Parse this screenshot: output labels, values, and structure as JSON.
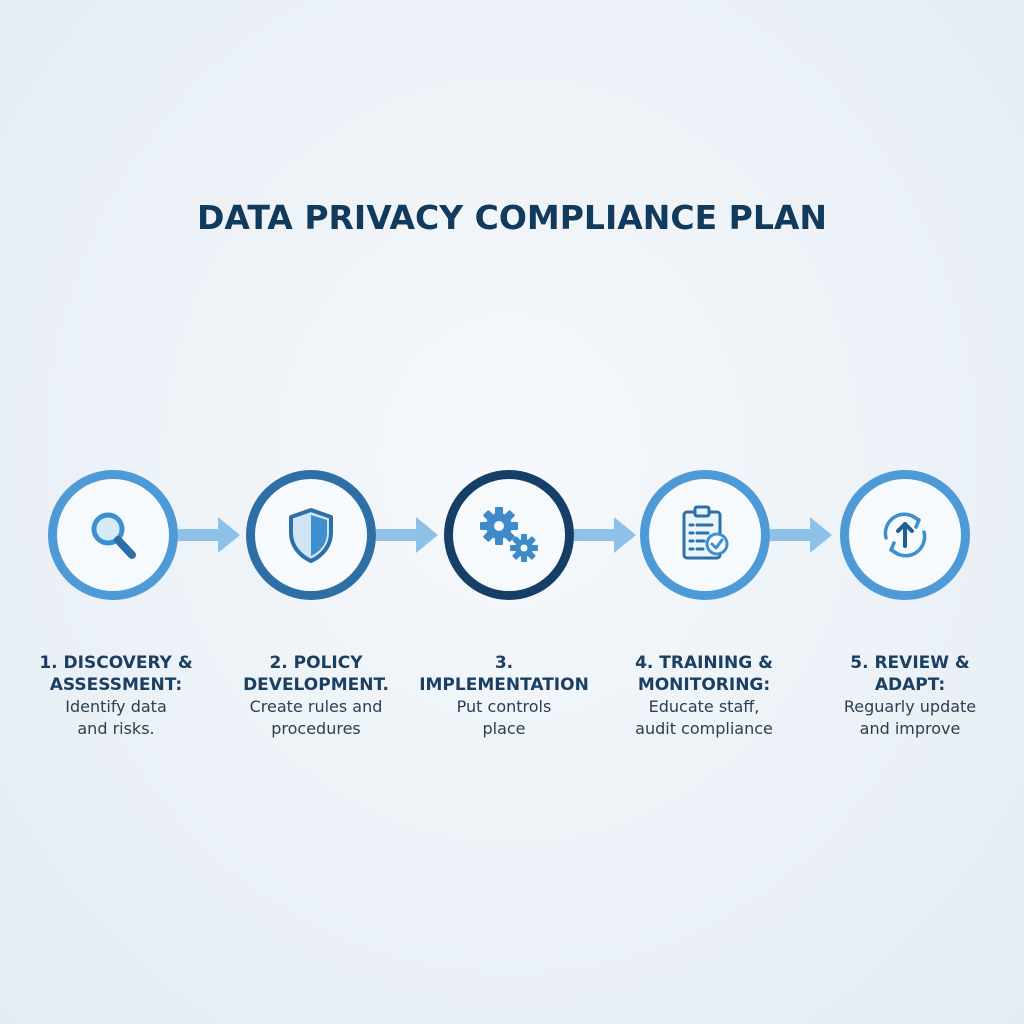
{
  "title": "DATA PRIVACY COMPLIANCE PLAN",
  "colors": {
    "light_blue": "#4d9ad6",
    "mid_blue": "#2e6fa5",
    "dark_blue": "#163f68",
    "arrow": "#8ec1e8",
    "title": "#123a5c"
  },
  "steps": [
    {
      "icon": "magnifier-icon",
      "title": "1. DISCOVERY &\nASSESSMENT:",
      "desc": "Identify data\nand risks."
    },
    {
      "icon": "shield-icon",
      "title": "2. POLICY\nDEVELOPMENT.",
      "desc": "Create rules and\nprocedures"
    },
    {
      "icon": "gears-icon",
      "title": "3. IMPLEMENTATION",
      "desc": "Put controls\nplace"
    },
    {
      "icon": "checklist-icon",
      "title": "4. TRAINING &\nMONITORING:",
      "desc": "Educate staff,\naudit compliance"
    },
    {
      "icon": "refresh-arrows-icon",
      "title": "5. REVIEW & ADAPT:",
      "desc": "Reguarly update\nand improve"
    }
  ]
}
